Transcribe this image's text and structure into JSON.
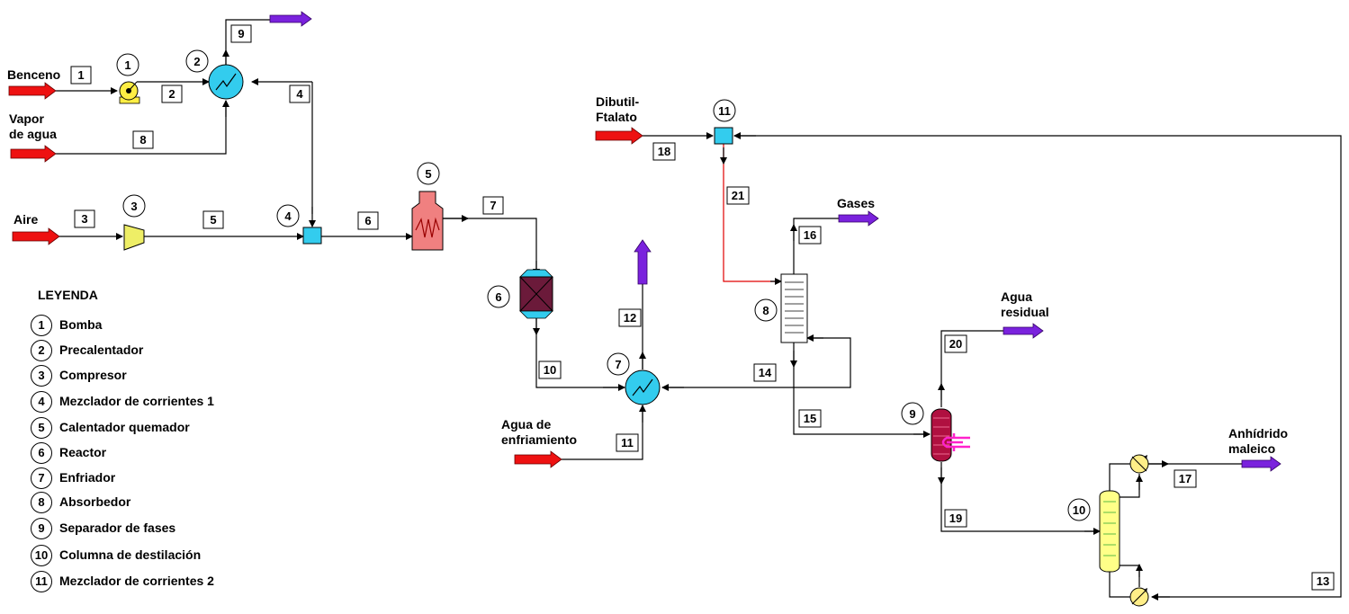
{
  "inlets": {
    "benceno": "Benceno",
    "vapor_line1": "Vapor",
    "vapor_line2": "de agua",
    "aire": "Aire",
    "dibutil_line1": "Dibutil-",
    "dibutil_line2": "Ftalato",
    "agua_enf_line1": "Agua de",
    "agua_enf_line2": "enfriamiento"
  },
  "outlets": {
    "gases": "Gases",
    "agua_res_line1": "Agua",
    "agua_res_line2": "residual",
    "anhidrido_line1": "Anhídrido",
    "anhidrido_line2": "maleico"
  },
  "streams": [
    "1",
    "2",
    "3",
    "4",
    "5",
    "6",
    "7",
    "8",
    "9",
    "10",
    "11",
    "12",
    "13",
    "14",
    "15",
    "16",
    "17",
    "18",
    "19",
    "20",
    "21"
  ],
  "equipment_tags": [
    "1",
    "2",
    "3",
    "4",
    "5",
    "6",
    "7",
    "8",
    "9",
    "10",
    "11"
  ],
  "legend": {
    "title": "LEYENDA",
    "items": [
      {
        "num": "1",
        "label": "Bomba"
      },
      {
        "num": "2",
        "label": "Precalentador"
      },
      {
        "num": "3",
        "label": "Compresor"
      },
      {
        "num": "4",
        "label": "Mezclador de corrientes 1"
      },
      {
        "num": "5",
        "label": "Calentador quemador"
      },
      {
        "num": "6",
        "label": "Reactor"
      },
      {
        "num": "7",
        "label": "Enfriador"
      },
      {
        "num": "8",
        "label": "Absorbedor"
      },
      {
        "num": "9",
        "label": "Separador de fases"
      },
      {
        "num": "10",
        "label": "Columna de destilación"
      },
      {
        "num": "11",
        "label": "Mezclador de corrientes 2"
      }
    ]
  },
  "colors": {
    "inlet_arrow": "#ee1111",
    "outlet_arrow": "#7a22dd",
    "exchanger": "#33ccee",
    "pump": "#ffee44",
    "compressor": "#eeee66",
    "mixer": "#33ccee",
    "heater": "#f08080",
    "reactor": "#6b1a3a",
    "separator": "#b01040",
    "column": "#ffff88",
    "recycle_line": "#e00000"
  }
}
